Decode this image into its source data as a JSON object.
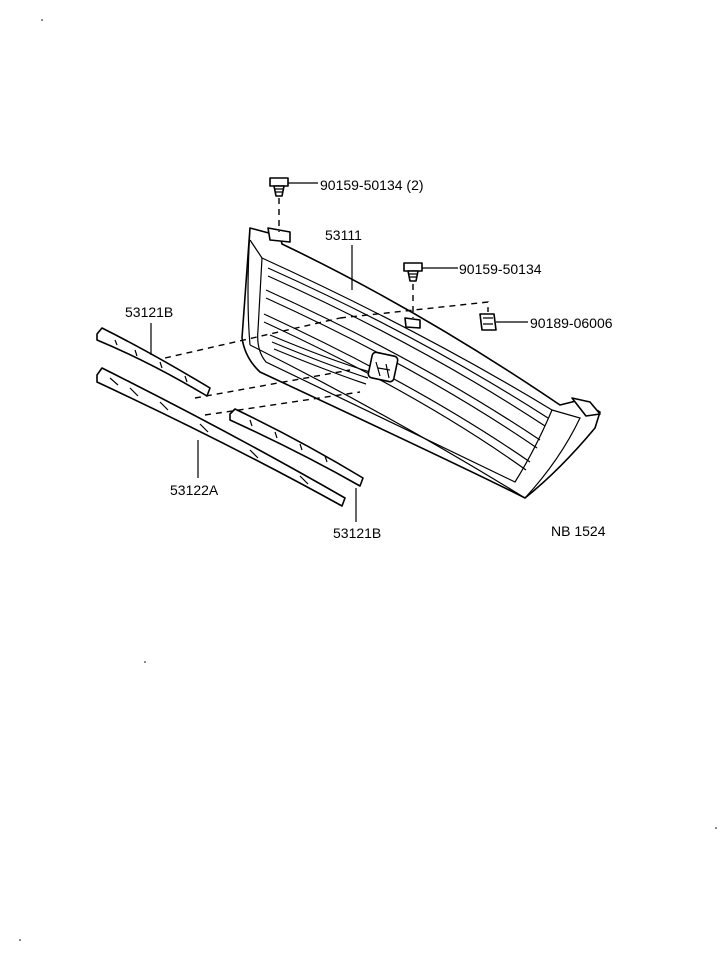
{
  "callouts": {
    "bolt_upper": "90159-50134 (2)",
    "grille": "53111",
    "bolt_right": "90159-50134",
    "clip": "90189-06006",
    "molding_upper_left": "53121B",
    "molding_lower": "53122A",
    "molding_lower_right": "53121B"
  },
  "figure_code": "NB 1524"
}
